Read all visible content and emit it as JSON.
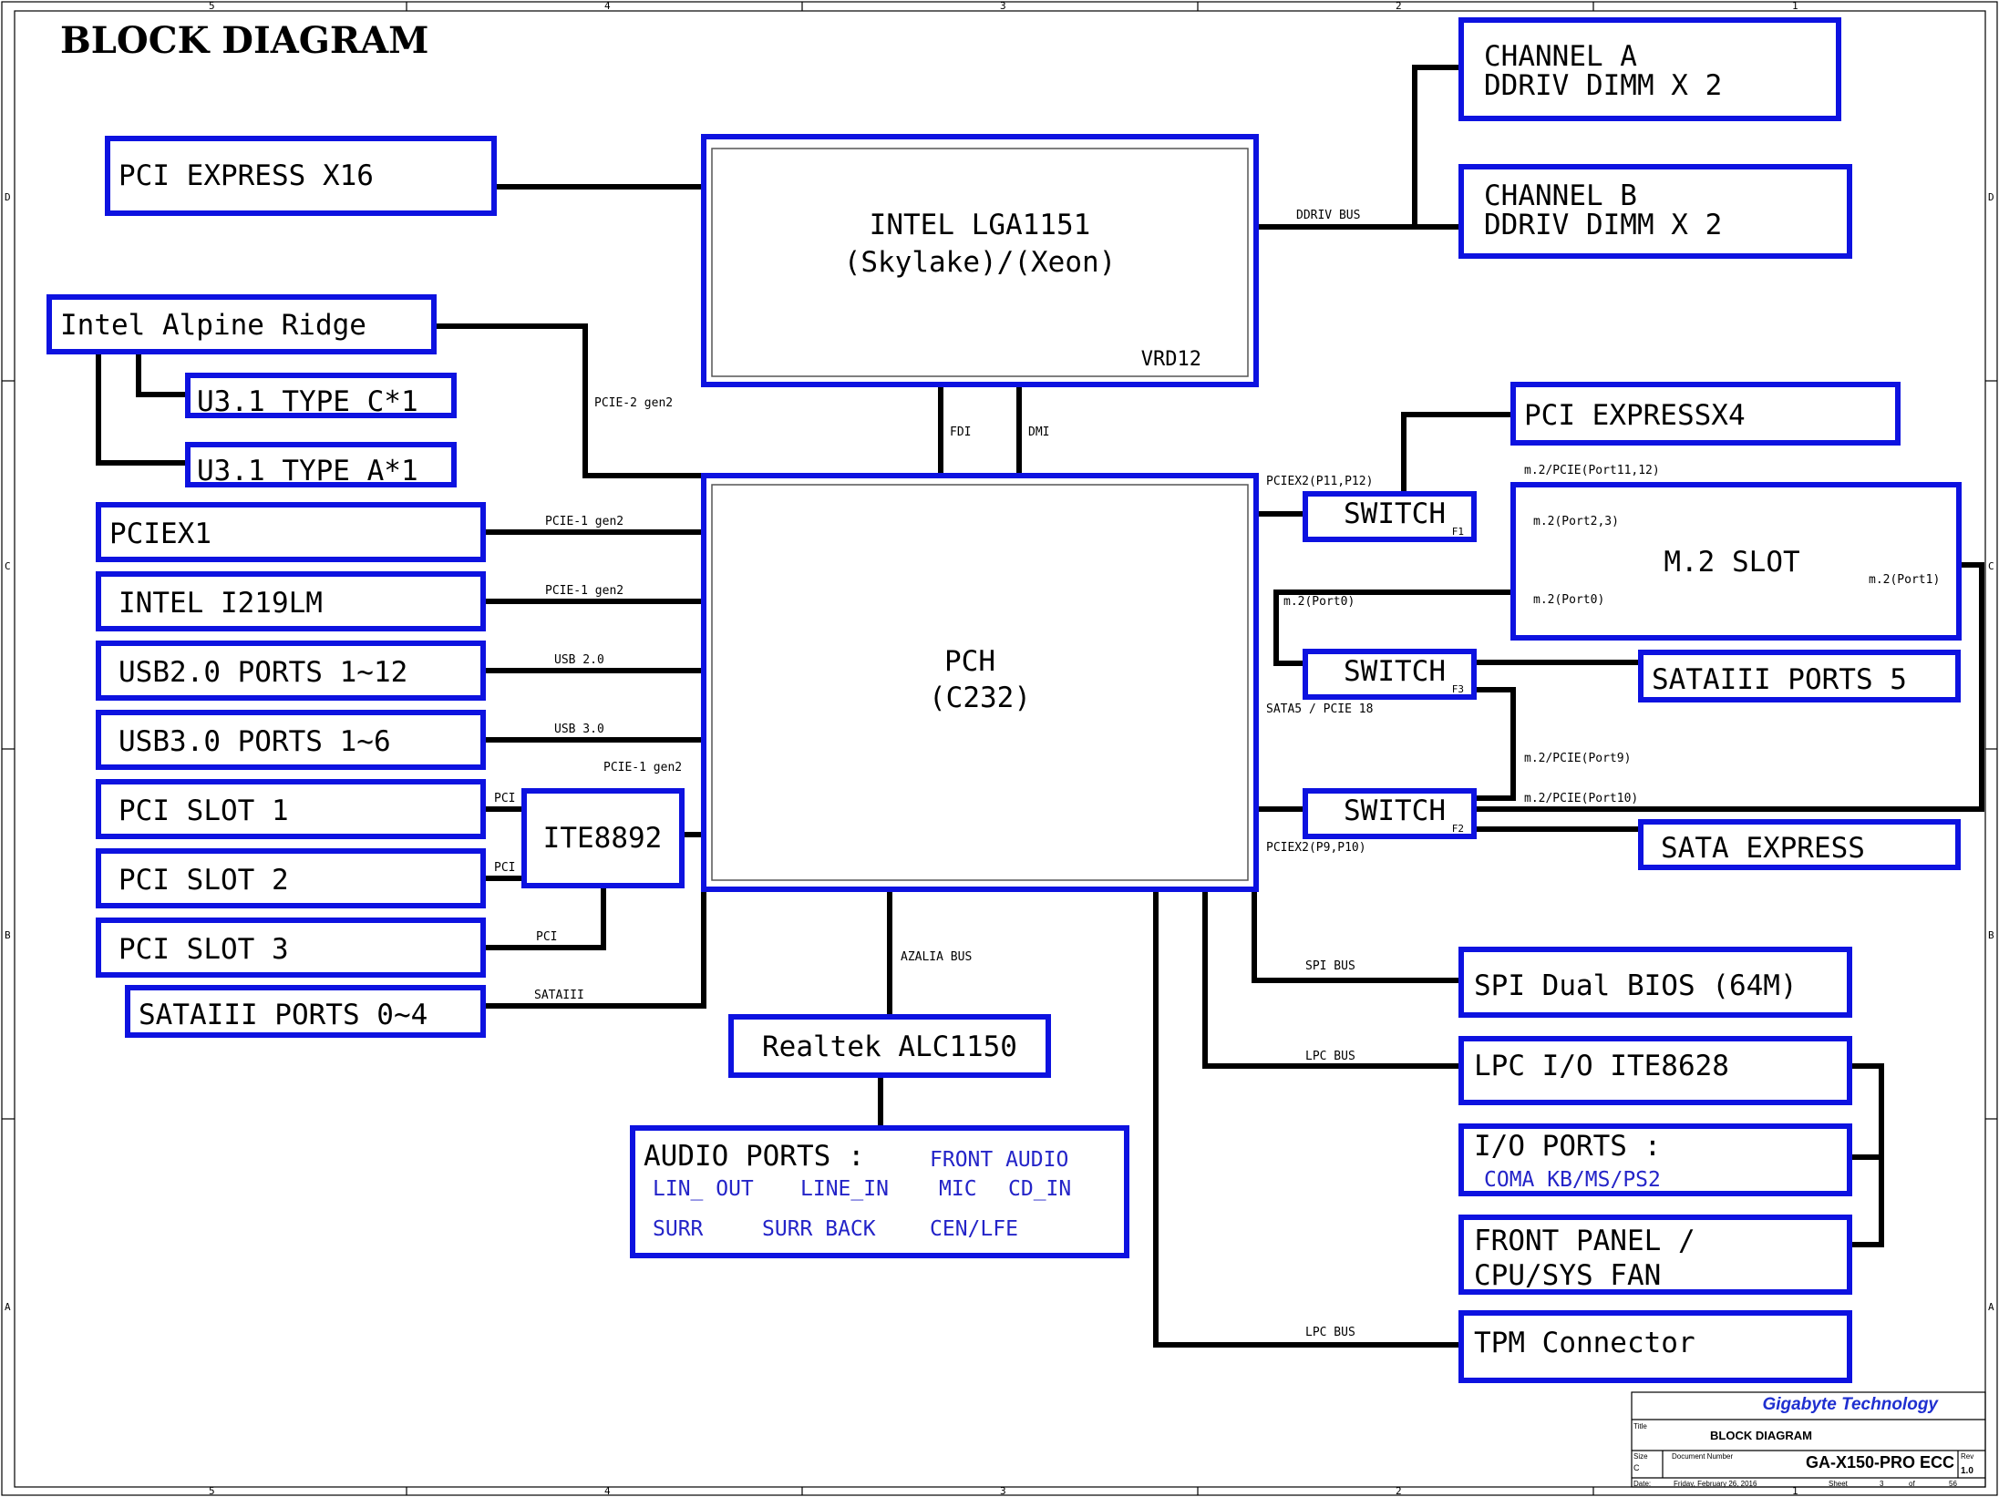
{
  "title": "BLOCK DIAGRAM",
  "cpu": {
    "line1": "INTEL LGA1151",
    "line2": "(Skylake)/(Xeon)",
    "vrd": "VRD12"
  },
  "pch": {
    "line1": "PCH",
    "line2": "(C232)"
  },
  "memory": {
    "a1": "CHANNEL A",
    "a2": "DDRIV  DIMM X 2",
    "b1": "CHANNEL B",
    "b2": "DDRIV DIMM X 2",
    "bus": "DDRIV BUS"
  },
  "left_blocks": {
    "pcie_x16": "PCI EXPRESS X16",
    "alpine": "Intel Alpine Ridge",
    "typec": "U3.1 TYPE C*1",
    "typea": "U3.1 TYPE A*1",
    "pciex1": "PCIEX1",
    "i219": "INTEL I219LM",
    "usb2": "USB2.0 PORTS 1~12",
    "usb3": "USB3.0 PORTS 1~6",
    "pci1": "PCI SLOT 1",
    "pci2": "PCI SLOT 2",
    "pci3": "PCI SLOT 3",
    "sata04": "SATAIII PORTS 0~4",
    "ite8892": "ITE8892"
  },
  "right_blocks": {
    "pcie_x4": "PCI EXPRESSX4",
    "switch": "SWITCH",
    "f1": "F1",
    "f2": "F2",
    "f3": "F3",
    "m2": "M.2 SLOT",
    "sata5": "SATAIII PORTS 5",
    "sata_express": "SATA EXPRESS",
    "spi": "SPI Dual BIOS (64M)",
    "lpc_io": "LPC I/O ITE8628",
    "io_ports": "I/O PORTS :",
    "io_sub": "COMA  KB/MS/PS2",
    "front1": "FRONT PANEL /",
    "front2": "CPU/SYS FAN",
    "tpm": "TPM Connector"
  },
  "audio": {
    "codec": "Realtek ALC1150",
    "ports": "AUDIO PORTS :",
    "front": "FRONT AUDIO",
    "lin_out": "LIN_ OUT",
    "line_in": "LINE_IN",
    "mic": "MIC",
    "cd_in": "CD_IN",
    "surr": "SURR",
    "surr_back": "SURR BACK",
    "cen": "CEN/LFE"
  },
  "bus_labels": {
    "pcie2": "PCIE-2 gen2",
    "fdi": "FDI",
    "dmi": "DMI",
    "pcie1a": "PCIE-1 gen2",
    "pcie1b": "PCIE-1 gen2",
    "usb20": "USB 2.0",
    "usb30": "USB 3.0",
    "pcie1c": "PCIE-1 gen2",
    "pci_a": "PCI",
    "pci_b": "PCI",
    "pci_c": "PCI",
    "sataiii": "SATAIII",
    "azalia": "AZALIA BUS",
    "pciex2_top": "PCIEX2(P11,P12)",
    "m2_1112": "m.2/PCIE(Port11,12)",
    "m2_23": "m.2(Port2,3)",
    "m2_p0_right": "m.2(Port0)",
    "m2_p0_left": "m.2(Port0)",
    "m2_p1": "m.2(Port1)",
    "sata5_pcie18": "SATA5 / PCIE 18",
    "m2_p9": "m.2/PCIE(Port9)",
    "m2_p10": "m.2/PCIE(Port10)",
    "pciex2_bot": "PCIEX2(P9,P10)",
    "spi_bus": "SPI BUS",
    "lpc_bus1": "LPC BUS",
    "lpc_bus2": "LPC BUS"
  },
  "title_block": {
    "company": "Gigabyte Technology",
    "title_label": "Title",
    "title": "BLOCK DIAGRAM",
    "size_label": "Size",
    "size": "C",
    "doc_label": "Document Number",
    "doc": "GA-X150-PRO ECC",
    "rev_label": "Rev",
    "rev": "1.0",
    "date_label": "Date:",
    "date": "Friday, February 26, 2016",
    "sheet_label": "Sheet",
    "sheet": "3",
    "of_label": "of",
    "total": "56"
  },
  "border_marks": {
    "top": [
      "5",
      "4",
      "3",
      "2",
      "1"
    ],
    "bottom": [
      "5",
      "4",
      "3",
      "2",
      "1"
    ],
    "left": [
      "D",
      "C",
      "B",
      "A"
    ],
    "right": [
      "D",
      "C",
      "B",
      "A"
    ]
  },
  "colors": {
    "box_border": "#0d12e0",
    "wire": "#000000",
    "sub_text": "#2424c8",
    "company": "#1f2fd0"
  }
}
